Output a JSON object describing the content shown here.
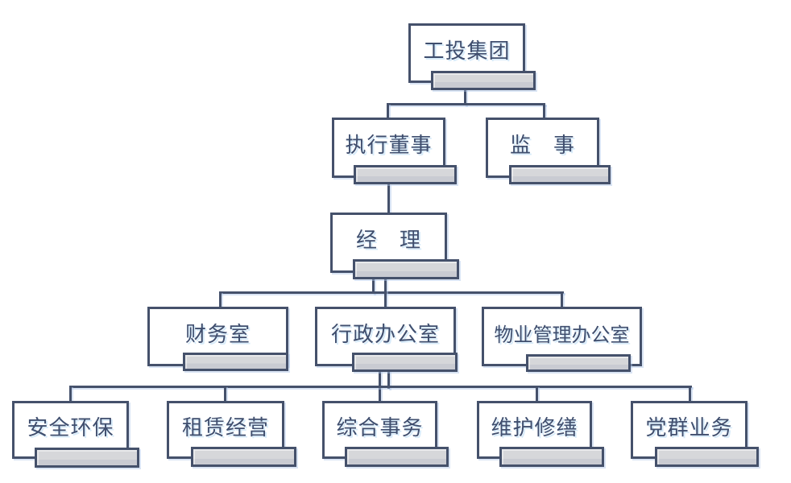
{
  "colors": {
    "line": "#45516B",
    "text": "#3F4E6E",
    "bar_fill": "#D6D7DA",
    "bar_shade": "#C9CBD2",
    "box_fill": "#FFFFFF",
    "background": "#FFFFFF"
  },
  "org_chart": {
    "type": "org-tree",
    "nodes": [
      {
        "id": "gongtou-group",
        "label": "工投集团",
        "level": 1,
        "parent": null
      },
      {
        "id": "executive-director",
        "label": "执行董事",
        "level": 2,
        "parent": "gongtou-group"
      },
      {
        "id": "supervisor",
        "label": "监　事",
        "level": 2,
        "parent": "gongtou-group"
      },
      {
        "id": "manager",
        "label": "经　理",
        "level": 3,
        "parent": "executive-director"
      },
      {
        "id": "finance-office",
        "label": "财务室",
        "level": 4,
        "parent": "manager"
      },
      {
        "id": "admin-office",
        "label": "行政办公室",
        "level": 4,
        "parent": "manager"
      },
      {
        "id": "property-mgmt-office",
        "label": "物业管理办公室",
        "level": 4,
        "parent": "manager"
      },
      {
        "id": "safety-environment",
        "label": "安全环保",
        "level": 5,
        "parent": "admin-office"
      },
      {
        "id": "leasing-operations",
        "label": "租赁经营",
        "level": 5,
        "parent": "admin-office"
      },
      {
        "id": "general-affairs",
        "label": "综合事务",
        "level": 5,
        "parent": "admin-office"
      },
      {
        "id": "maintenance-repair",
        "label": "维护修缮",
        "level": 5,
        "parent": "admin-office"
      },
      {
        "id": "party-mass-affairs",
        "label": "党群业务",
        "level": 5,
        "parent": "admin-office"
      }
    ]
  }
}
